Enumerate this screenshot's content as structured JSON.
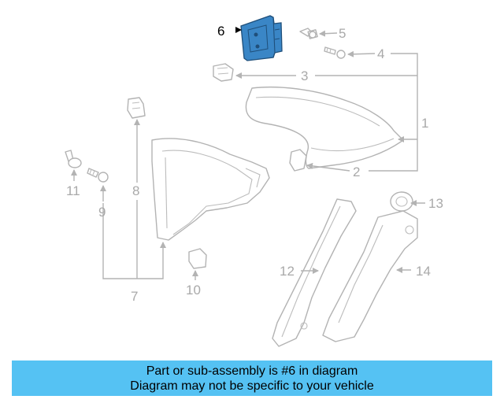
{
  "callouts": {
    "c1": "1",
    "c2": "2",
    "c3": "3",
    "c4": "4",
    "c5": "5",
    "c6": "6",
    "c7": "7",
    "c8": "8",
    "c9": "9",
    "c10": "10",
    "c11": "11",
    "c12": "12",
    "c13": "13",
    "c14": "14"
  },
  "highlight": {
    "part_number": "6",
    "color": "#3a86c6"
  },
  "banner": {
    "line1": "Part or sub-assembly is #6 in diagram",
    "line2": "Diagram may not be specific to your vehicle",
    "color": "#55c2f3"
  }
}
